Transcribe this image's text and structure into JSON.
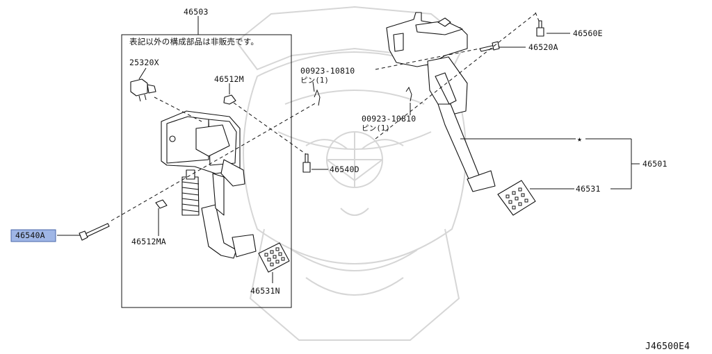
{
  "diagram": {
    "id": "J46500E4",
    "note_jp": "表記以外の構成部品は非販売です。",
    "labels": {
      "p46503": "46503",
      "p25320x": "25320X",
      "p46512m": "46512M",
      "p46540d": "46540D",
      "p46512ma": "46512MA",
      "p46531n": "46531N",
      "p46540a": "46540A",
      "pin_left_code": "00923-10810",
      "pin_left_sub": "ピン(1)",
      "pin_right_code": "00923-10810",
      "pin_right_sub": "ピン(1)",
      "p46560e": "46560E",
      "p46520a": "46520A",
      "p46501": "46501",
      "p46531": "46531",
      "star": "★"
    },
    "highlighted_part": "46540A",
    "colors": {
      "highlight": "#9fb6e6",
      "highlight_border": "#4a67a8",
      "line": "#111111",
      "watermark": "#d6d6d6"
    }
  }
}
